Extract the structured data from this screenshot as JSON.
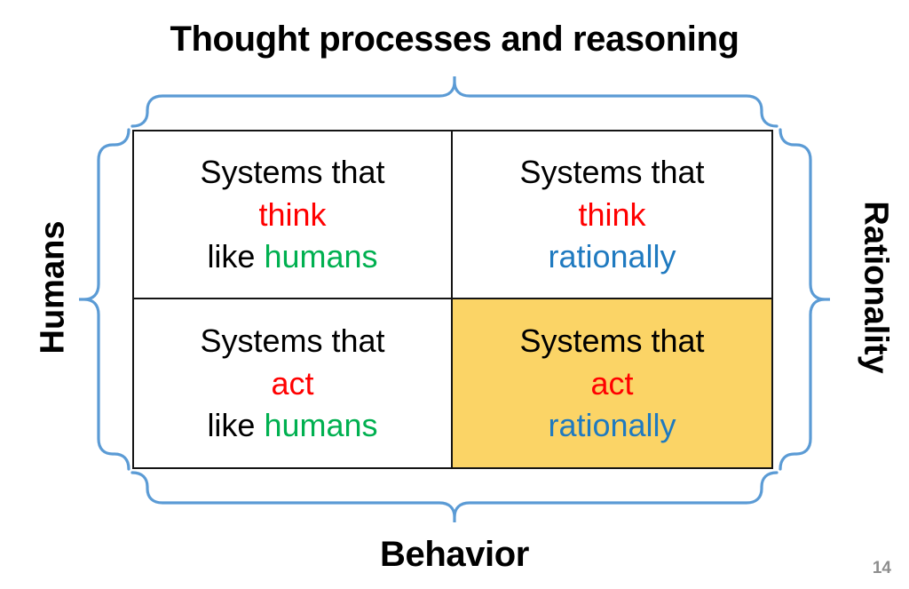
{
  "slide": {
    "page_number": "14",
    "brace_color": "#5B9BD5",
    "highlight_color": "#FBD466",
    "border_color": "#141414",
    "page_number_color": "#8E8E8E"
  },
  "axes": {
    "top_label": "Thought processes and reasoning",
    "bottom_label": "Behavior",
    "left_label": "Humans",
    "right_label": "Rationality"
  },
  "word_colors": {
    "neutral": "#000000",
    "verb": "#FF0000",
    "humans": "#00B050",
    "rationally": "#1F7AC0"
  },
  "matrix": {
    "cells": [
      {
        "position": "top-left",
        "highlighted": false,
        "line1": "Systems that",
        "line2": "think",
        "line3a": "like ",
        "line3b": "humans"
      },
      {
        "position": "top-right",
        "highlighted": false,
        "line1": "Systems that",
        "line2": "think",
        "line3a": "",
        "line3b": "rationally"
      },
      {
        "position": "bottom-left",
        "highlighted": false,
        "line1": "Systems that",
        "line2": "act",
        "line3a": "like ",
        "line3b": "humans"
      },
      {
        "position": "bottom-right",
        "highlighted": true,
        "line1": "Systems that",
        "line2": "act",
        "line3a": "",
        "line3b": "rationally"
      }
    ]
  }
}
